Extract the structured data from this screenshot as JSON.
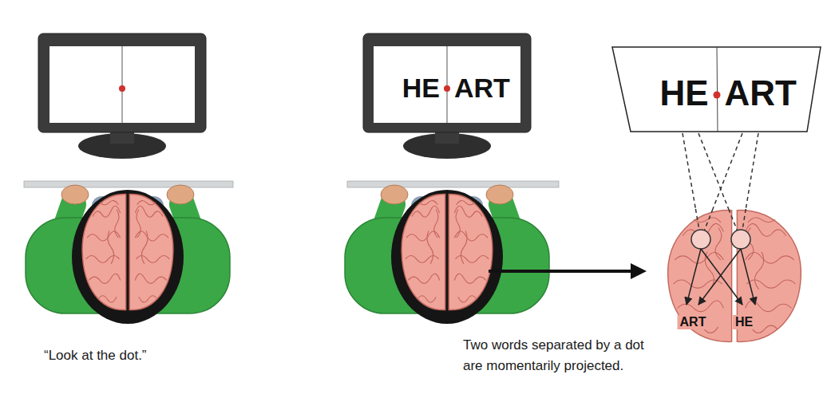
{
  "diagram": {
    "nodes": [
      {
        "text": [
          "HE",
          "ART"
        ]
      },
      {
        "text": [
          "HE",
          "ART"
        ]
      },
      {
        "text": [
          "ART",
          "HE"
        ]
      }
    ],
    "edges": [
      {
        "from": 1,
        "to": 2,
        "arrow": "none"
      },
      {
        "from": 1,
        "to": 2,
        "arrow": "none"
      },
      {
        "from": 1,
        "to": 2,
        "arrow": "none"
      },
      {
        "from": 1,
        "to": 2,
        "arrow": "none"
      }
    ],
    "labels": [
      "“Look at the dot.”",
      "Two words separated by a dot are momentarily projected."
    ]
  }
}
